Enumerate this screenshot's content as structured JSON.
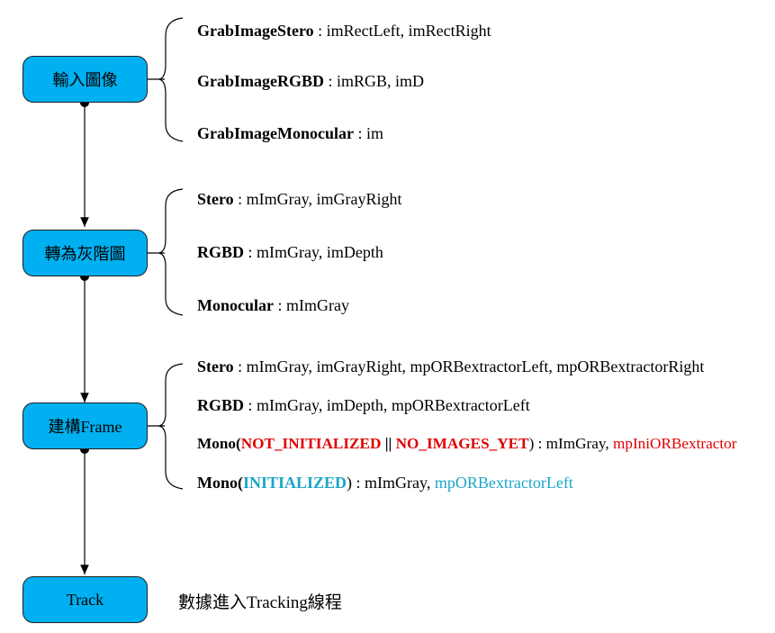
{
  "steps": [
    {
      "label": "輸入圖像"
    },
    {
      "label": "轉為灰階圖"
    },
    {
      "label": "建構Frame"
    },
    {
      "label": "Track"
    }
  ],
  "groups": [
    {
      "lines": [
        {
          "key": "GrabImageStero",
          "value": " : imRectLeft, imRectRight"
        },
        {
          "key": "GrabImageRGBD",
          "value": " : imRGB, imD"
        },
        {
          "key": "GrabImageMonocular",
          "value": " : im"
        }
      ]
    },
    {
      "lines": [
        {
          "key": "Stero",
          "value": " : mImGray, imGrayRight"
        },
        {
          "key": "RGBD",
          "value": " : mImGray, imDepth"
        },
        {
          "key": "Monocular",
          "value": " : mImGray"
        }
      ]
    },
    {
      "lines": [
        {
          "key": "Stero",
          "value": " : mImGray, imGrayRight, mpORBextractorLeft, mpORBextractorRight"
        },
        {
          "key": "RGBD",
          "value": " : mImGray, imDepth, mpORBextractorLeft"
        },
        {
          "key": "Mono(",
          "state1": "NOT_INITIALIZED",
          "sep": " || ",
          "state2": "NO_IMAGES_YET",
          "close": ") : mImGray, ",
          "extractor": "mpIniORBextractor"
        },
        {
          "key": "Mono(",
          "state1": "INITIALIZED",
          "close": ") : mImGray, ",
          "extractor": "mpORBextractorLeft"
        }
      ]
    }
  ],
  "note": "數據進入Tracking線程",
  "colors": {
    "box_fill": "#00b0f0",
    "highlight_red": "#e00000",
    "highlight_cyan": "#1aa6c8"
  }
}
